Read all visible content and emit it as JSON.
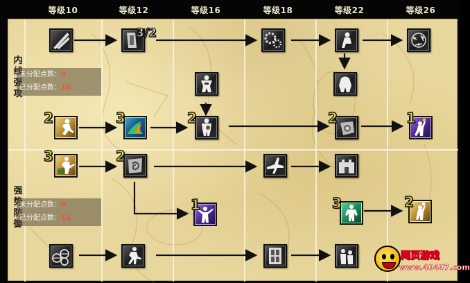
{
  "header": {
    "levels": [
      "等级10",
      "等级12",
      "等级16",
      "等级18",
      "等级22",
      "等级26"
    ]
  },
  "sections": {
    "offense": {
      "label": [
        "内",
        "线",
        "强",
        "攻"
      ],
      "unassigned_label": "未分配点数：",
      "unassigned_value": "0",
      "assigned_label": "已分配点数：",
      "assigned_value": "10"
    },
    "defense": {
      "label": [
        "强",
        "势",
        "防",
        "御"
      ],
      "unassigned_label": "未分配点数：",
      "unassigned_value": "0",
      "assigned_label": "已分配点数：",
      "assigned_value": "11"
    }
  },
  "skills": [
    {
      "id": "o1",
      "icon": "slash-icon",
      "points": ""
    },
    {
      "id": "o2",
      "icon": "armor-icon",
      "points": "3/2"
    },
    {
      "id": "o3",
      "icon": "gears-icon",
      "points": ""
    },
    {
      "id": "o4",
      "icon": "seated-player-icon",
      "points": ""
    },
    {
      "id": "o5",
      "icon": "court-diagram-icon",
      "points": ""
    },
    {
      "id": "o6",
      "icon": "gorilla-icon",
      "points": ""
    },
    {
      "id": "o7",
      "icon": "player-star-icon",
      "points": ""
    },
    {
      "id": "o8",
      "icon": "kick-player-icon",
      "points": "2"
    },
    {
      "id": "o9",
      "icon": "green-fire-icon",
      "points": "3"
    },
    {
      "id": "o10",
      "icon": "muscle-player-icon",
      "points": "2"
    },
    {
      "id": "o11",
      "icon": "shield-badge-icon",
      "points": "2"
    },
    {
      "id": "o12",
      "icon": "dunk-player-icon",
      "points": "1"
    },
    {
      "id": "d1",
      "icon": "martial-arts-icon",
      "points": "3"
    },
    {
      "id": "d2",
      "icon": "spiral-shield-icon",
      "points": "2"
    },
    {
      "id": "d3",
      "icon": "airplane-icon",
      "points": ""
    },
    {
      "id": "d4",
      "icon": "castle-icon",
      "points": ""
    },
    {
      "id": "d5",
      "icon": "burst-player-icon",
      "points": "1"
    },
    {
      "id": "d6",
      "icon": "defender-icon",
      "points": "3"
    },
    {
      "id": "d7",
      "icon": "shooter-icon",
      "points": "2"
    },
    {
      "id": "d8",
      "icon": "basketballs-icon",
      "points": ""
    },
    {
      "id": "d9",
      "icon": "runner-icon",
      "points": ""
    },
    {
      "id": "d10",
      "icon": "door-icon",
      "points": ""
    },
    {
      "id": "d11",
      "icon": "crowd-icon",
      "points": ""
    }
  ],
  "watermark": {
    "title": "网页游戏",
    "url": "www.40407.com"
  },
  "colors": {
    "parchment": "#e8d79d",
    "divider": "#f6f1de",
    "header_text": "#f1e9c7",
    "points_red": "#ff4a3a",
    "level_number": "#f7d84a"
  }
}
